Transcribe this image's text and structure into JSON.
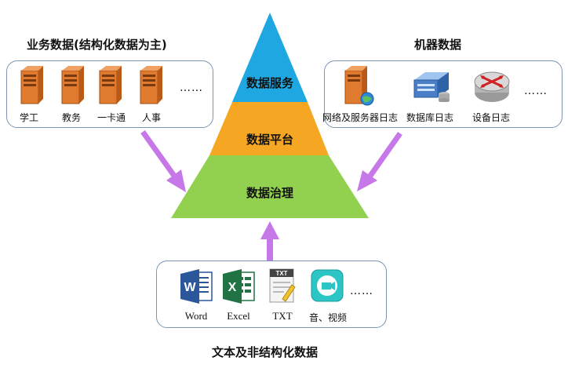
{
  "business": {
    "title": "业务数据(结构化数据为主)",
    "items": [
      "学工",
      "教务",
      "一卡通",
      "人事"
    ],
    "more": "……"
  },
  "machine": {
    "title": "机器数据",
    "items": [
      "网络及服务器日志",
      "数据库日志",
      "设备日志"
    ],
    "more": "……"
  },
  "pyramid": {
    "layers": [
      "数据服务",
      "数据平台",
      "数据治理"
    ],
    "colors": [
      "#1ea7e1",
      "#f5a623",
      "#92d050"
    ]
  },
  "unstructured": {
    "title": "文本及非结构化数据",
    "items": [
      "Word",
      "Excel",
      "TXT",
      "音、视频"
    ],
    "more": "……"
  },
  "arrow_color": "#c678e8"
}
